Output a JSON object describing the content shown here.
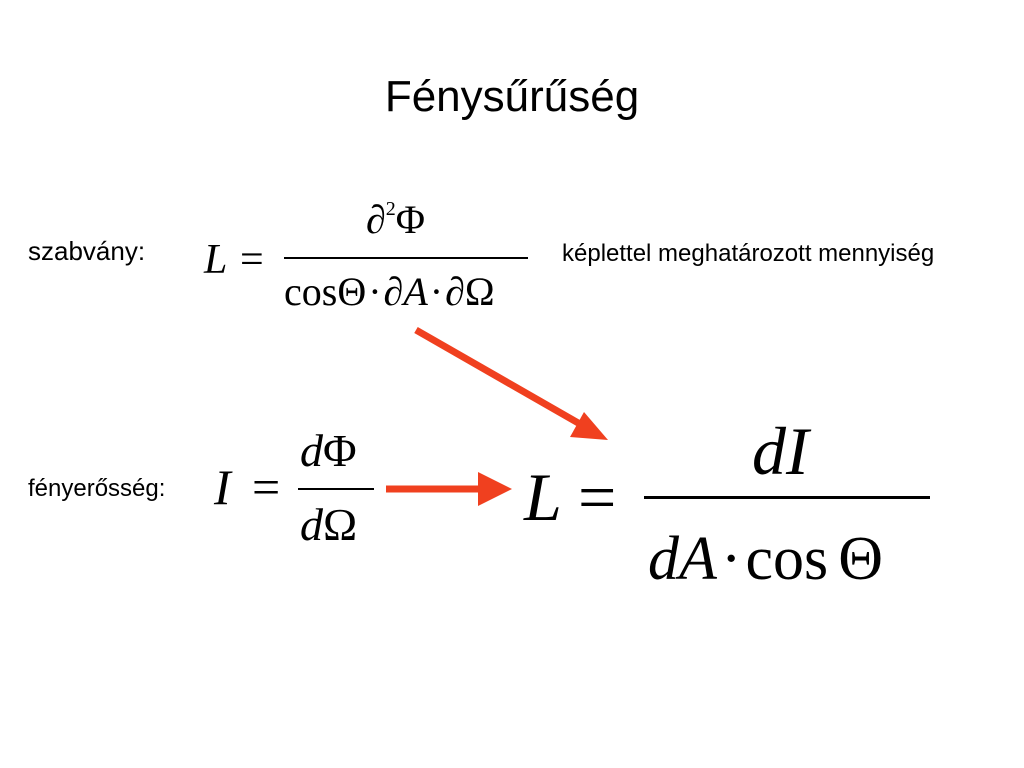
{
  "slide": {
    "title": "Fénysűrűség",
    "standard_label": "szabvány:",
    "standard_note": "képlettel meghatározott mennyiség",
    "intensity_label": "fényerősség:"
  },
  "formula_standard": {
    "lhs": "L",
    "eq": "=",
    "num_partial": "∂",
    "num_exp": "2",
    "num_phi": "Φ",
    "den_cos": "cos",
    "den_theta": "Θ",
    "den_dot1": "·",
    "den_partial1": "∂",
    "den_A": "A",
    "den_dot2": "·",
    "den_partial2": "∂",
    "den_omega": "Ω"
  },
  "formula_intensity": {
    "lhs": "I",
    "eq": "=",
    "num_d": "d",
    "num_phi": "Φ",
    "den_d": "d",
    "den_omega": "Ω"
  },
  "formula_result": {
    "lhs": "L",
    "eq": "=",
    "num_d": "d",
    "num_I": "I",
    "den_d": "d",
    "den_A": "A",
    "den_dot": "·",
    "den_cos": "cos",
    "den_theta": "Θ"
  },
  "colors": {
    "arrow": "#f0401f",
    "text": "#000000"
  }
}
